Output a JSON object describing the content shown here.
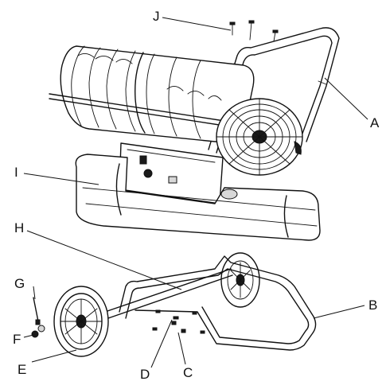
{
  "labels": {
    "a": "A",
    "b": "B",
    "c": "C",
    "d": "D",
    "e": "E",
    "f": "F",
    "g": "G",
    "h": "H",
    "i": "I",
    "j": "J"
  }
}
